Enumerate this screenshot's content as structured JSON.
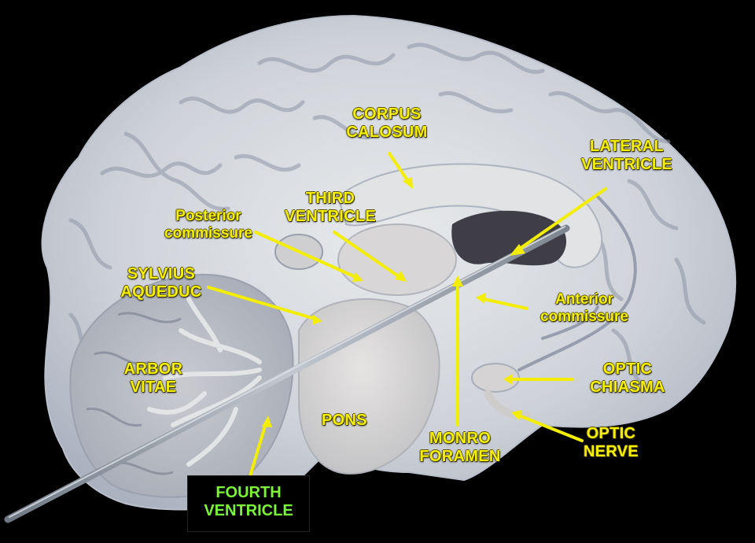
{
  "labels": {
    "corpus_calosum": [
      "CORPUS",
      "CALOSUM"
    ],
    "lateral_ventricle": [
      "LATERAL",
      "VENTRICLE"
    ],
    "third_ventricle": [
      "THIRD",
      "VENTRICLE"
    ],
    "posterior_commissure": [
      "Posterior",
      "commissure"
    ],
    "sylvius_aqueduc": [
      "SYLVIUS",
      "AQUEDUC"
    ],
    "anterior_commissure": [
      "Anterior",
      "commissure"
    ],
    "arbor_vitae": [
      "ARBOR",
      "VITAE"
    ],
    "optic_chiasma": [
      "OPTIC",
      "CHIASMA"
    ],
    "pons": "PONS",
    "monro_foramen": [
      "MONRO",
      "FORAMEN"
    ],
    "optic_nerve": [
      "OPTIC",
      "NERVE"
    ],
    "fourth_ventricle": [
      "FOURTH",
      "VENTRICLE"
    ]
  },
  "colors": {
    "label_yellow": "#f6f000",
    "label_green": "#7cf43a",
    "arrow_yellow": "#f3ee00",
    "background": "#000000",
    "tissue_light": "#dcdfe2",
    "tissue_shadow": "#9aa3b4"
  }
}
